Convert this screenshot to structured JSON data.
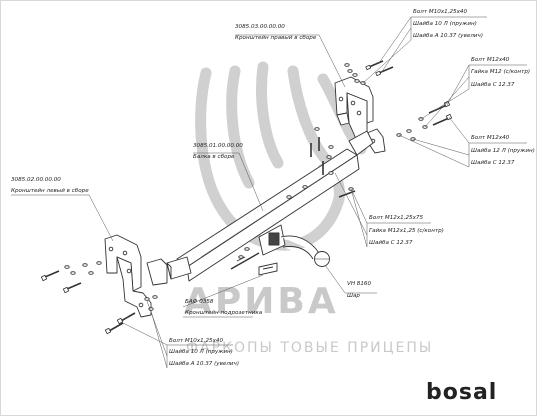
{
  "watermark": {
    "name": "АРИВА",
    "tagline": "ФАРКОПЫ ТОВЫЕ ПРИЦЕПЫ",
    "color": "#c9c9c9"
  },
  "brand": {
    "logo": "bosal",
    "color": "#222222"
  },
  "callouts": {
    "right_bracket_code": "3085.03.00.00.00",
    "right_bracket_name": "Кронштейн правый в сборе",
    "top_bolt": "Болт М10х1,25х40",
    "top_washer_spring": "Шайба 10 Л (пружин)",
    "top_washer_flat": "Шайба А 10.37 (увелич)",
    "r1_bolt": "Болт М12х40",
    "r1_nut": "Гайка М12 (с/контр)",
    "r1_washer": "Шайба С 12.37",
    "r2_bolt": "Болт М12х40",
    "r2_washer_spring": "Шайба 12 Л (пружин)",
    "r2_washer": "Шайба С 12.37",
    "beam_code": "3085.01.00.00.00",
    "beam_name": "Балка в сборе",
    "left_bracket_code": "3085.02.00.00.00",
    "left_bracket_name": "Кронштейн левый в сборе",
    "ball_bolt": "Болт М12х1,25х75",
    "ball_nut": "Гайка М12х1,25 (с/контр)",
    "ball_washer": "Шайба С 12.37",
    "ball_code": "VH 8160",
    "ball_name": "Шар",
    "socket_code": "БАФ 0358",
    "socket_name": "Кронштейн подрозетника",
    "bottom_bolt": "Болт М10х1,25х40",
    "bottom_washer_spring": "Шайба 10 Л (пружин)",
    "bottom_washer_flat": "Шайба А 10.37 (увелич)"
  }
}
